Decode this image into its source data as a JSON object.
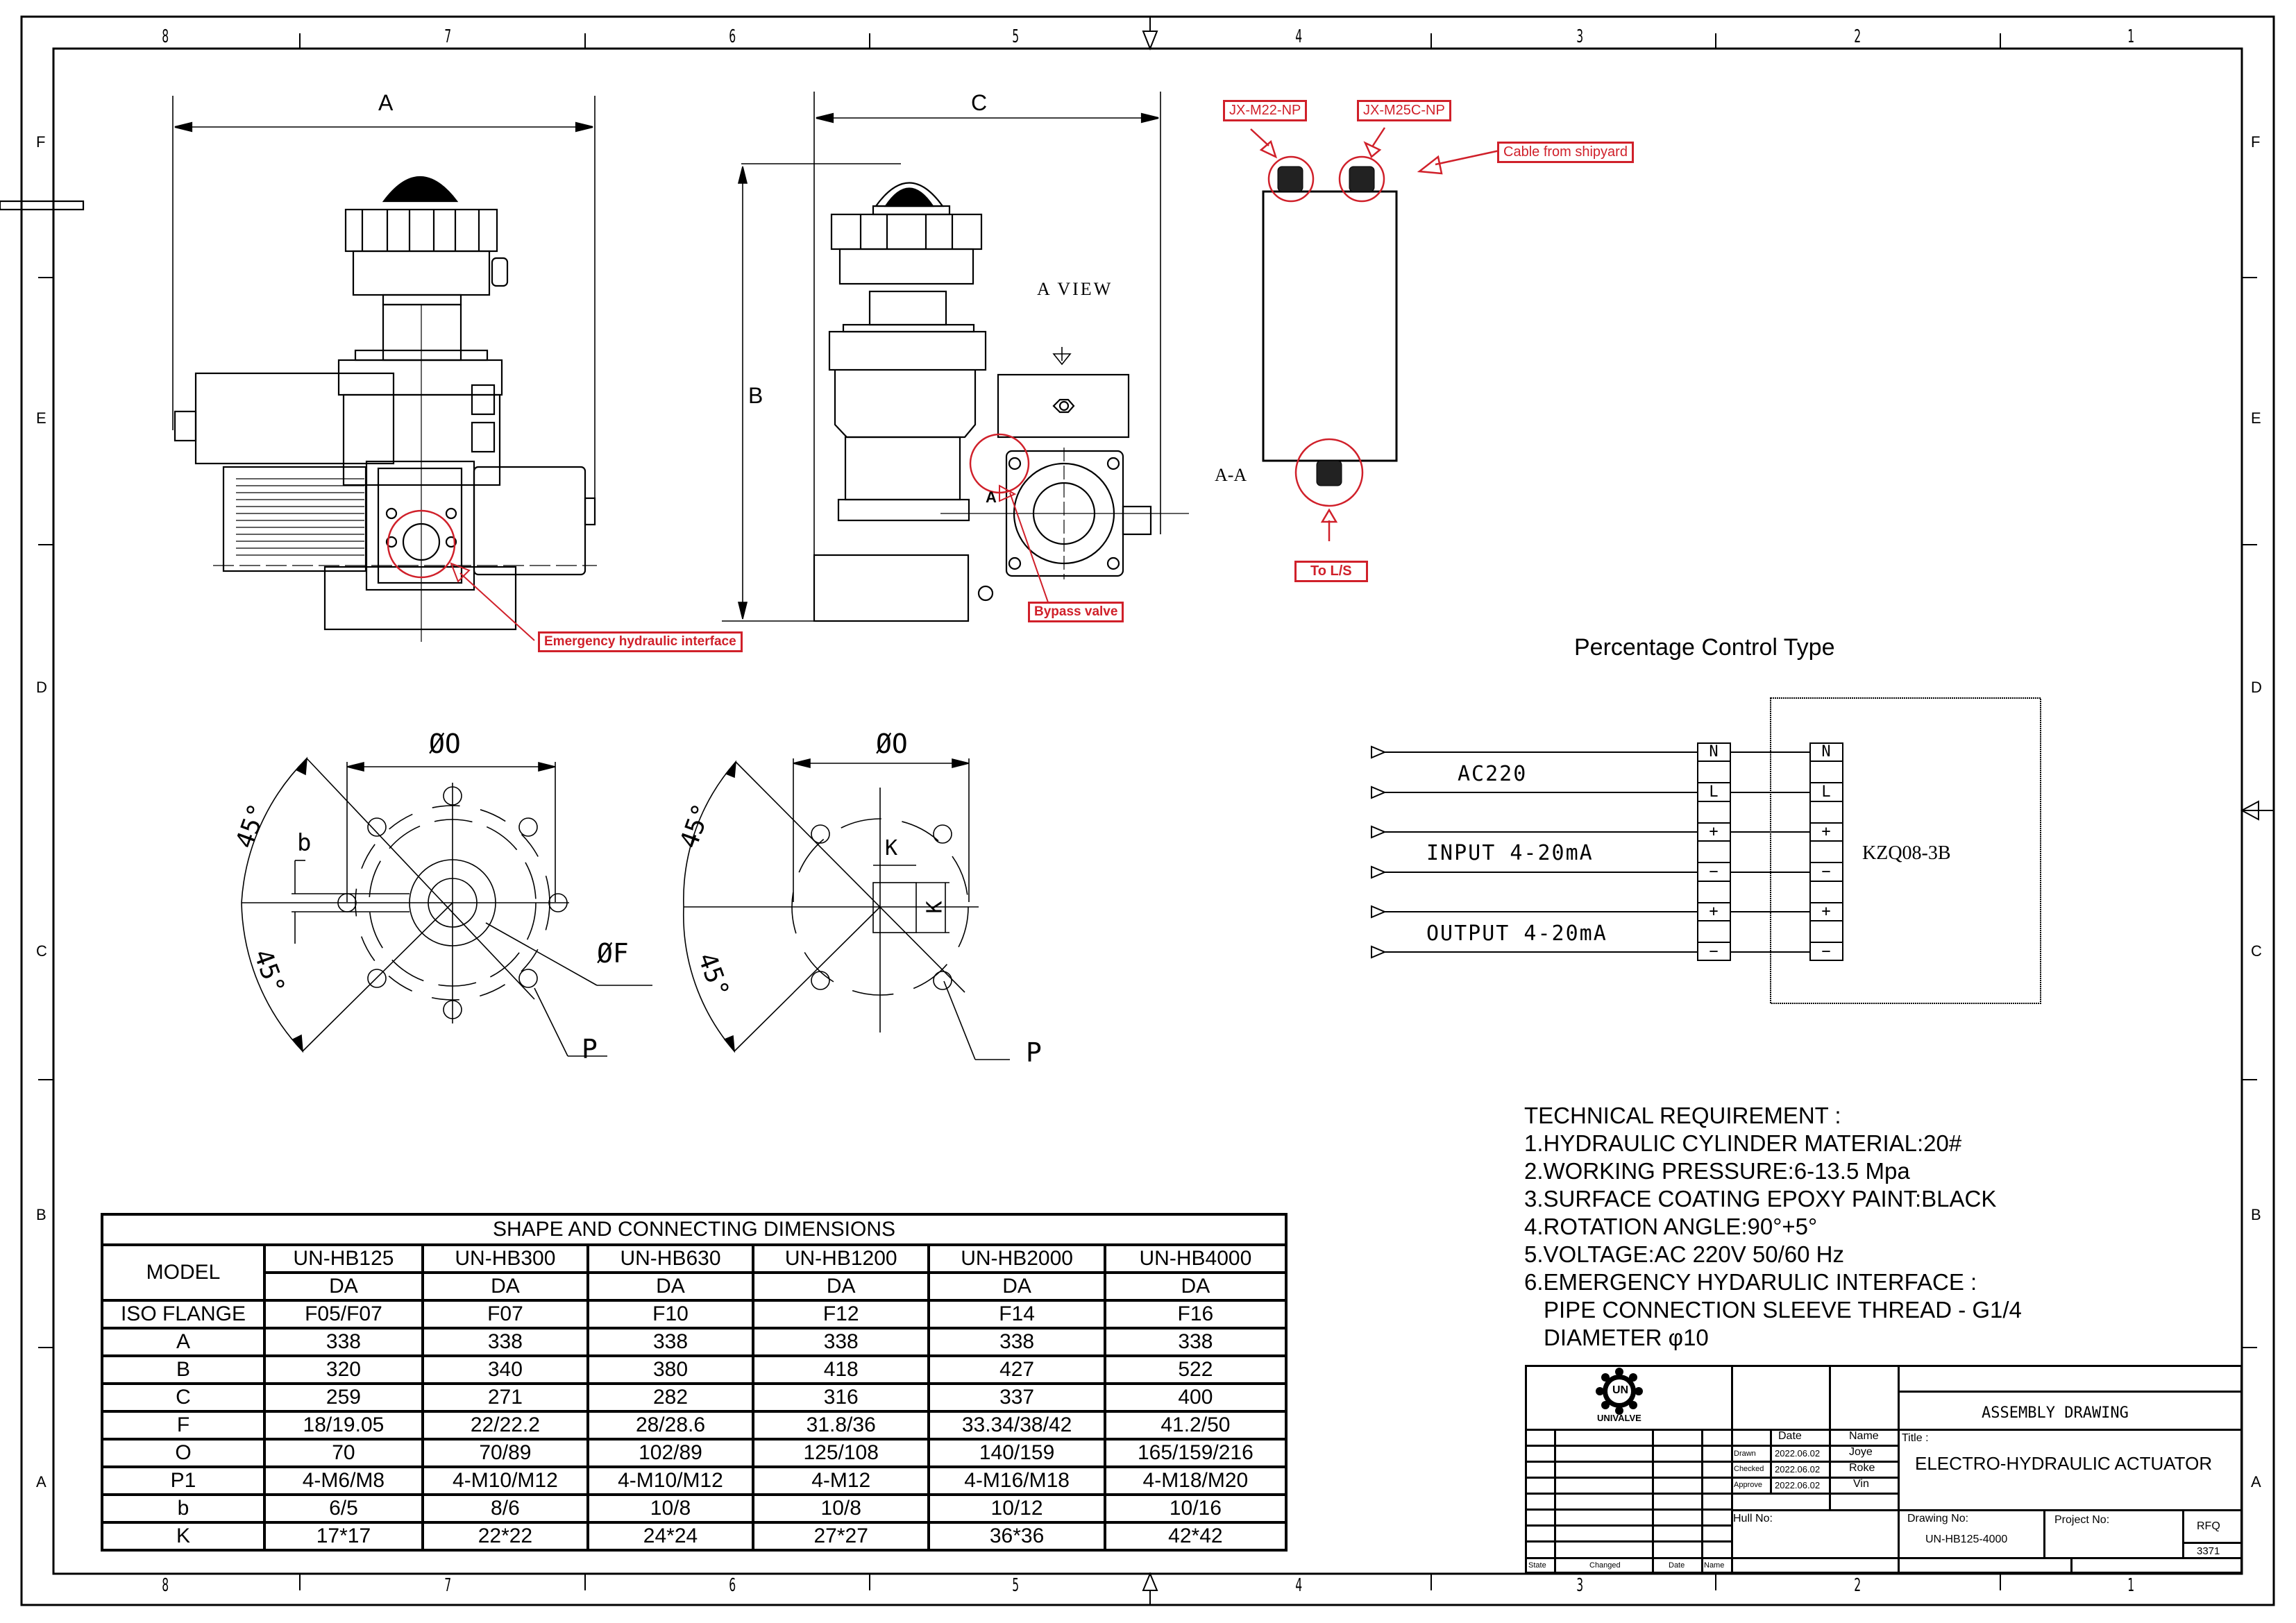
{
  "frame": {
    "columns_top": [
      "8",
      "7",
      "6",
      "5",
      "4",
      "3",
      "2",
      "1"
    ],
    "columns_bottom": [
      "8",
      "7",
      "6",
      "5",
      "4",
      "3",
      "2",
      "1"
    ],
    "rows_left": [
      "F",
      "E",
      "D",
      "C",
      "B",
      "A"
    ],
    "rows_right": [
      "F",
      "E",
      "D",
      "C",
      "B",
      "A"
    ]
  },
  "views": {
    "front": {
      "dim_width": "A",
      "dim_height": "B",
      "callout": "Emergency hydraulic interface"
    },
    "side": {
      "dim_width": "C",
      "dim_height": "B",
      "view_label": "A VIEW",
      "section_marker": "A",
      "callout": "Bypass valve"
    },
    "section": {
      "label": "A-A",
      "callouts": [
        "JX-M22-NP",
        "JX-M25C-NP",
        "Cable from shipyard",
        "To L/S"
      ]
    },
    "flange_left": {
      "dim_diameter": "ØO",
      "dim_shaft": "ØF",
      "dim_key": "b",
      "angle_top": "45°",
      "angle_bottom": "45°",
      "hole_label": "P"
    },
    "flange_right": {
      "dim_diameter": "ØO",
      "dim_square_h": "K",
      "dim_square_v": "K",
      "angle_top": "45°",
      "angle_bottom": "45°",
      "hole_label": "P"
    }
  },
  "wiring": {
    "title": "Percentage Control Type",
    "groups": [
      {
        "label": "AC220"
      },
      {
        "label": "INPUT 4-20mA"
      },
      {
        "label": "OUTPUT 4-20mA"
      }
    ],
    "terminals": [
      "N",
      "",
      "L",
      "",
      "+",
      "",
      "−",
      "",
      "+",
      "",
      "−"
    ],
    "device": "KZQ08-3B"
  },
  "dimensions_table": {
    "title": "SHAPE AND CONNECTING DIMENSIONS",
    "model_header": "MODEL",
    "models": [
      "UN-HB125",
      "UN-HB300",
      "UN-HB630",
      "UN-HB1200",
      "UN-HB2000",
      "UN-HB4000"
    ],
    "types": [
      "DA",
      "DA",
      "DA",
      "DA",
      "DA",
      "DA"
    ],
    "rows": [
      {
        "label": "ISO FLANGE",
        "values": [
          "F05/F07",
          "F07",
          "F10",
          "F12",
          "F14",
          "F16"
        ]
      },
      {
        "label": "A",
        "values": [
          "338",
          "338",
          "338",
          "338",
          "338",
          "338"
        ]
      },
      {
        "label": "B",
        "values": [
          "320",
          "340",
          "380",
          "418",
          "427",
          "522"
        ]
      },
      {
        "label": "C",
        "values": [
          "259",
          "271",
          "282",
          "316",
          "337",
          "400"
        ]
      },
      {
        "label": "F",
        "values": [
          "18/19.05",
          "22/22.2",
          "28/28.6",
          "31.8/36",
          "33.34/38/42",
          "41.2/50"
        ]
      },
      {
        "label": "O",
        "values": [
          "70",
          "70/89",
          "102/89",
          "125/108",
          "140/159",
          "165/159/216"
        ]
      },
      {
        "label": "P1",
        "values": [
          "4-M6/M8",
          "4-M10/M12",
          "4-M10/M12",
          "4-M12",
          "4-M16/M18",
          "4-M18/M20"
        ]
      },
      {
        "label": "b",
        "values": [
          "6/5",
          "8/6",
          "10/8",
          "10/8",
          "10/12",
          "10/16"
        ]
      },
      {
        "label": "K",
        "values": [
          "17*17",
          "22*22",
          "24*24",
          "27*27",
          "36*36",
          "42*42"
        ]
      }
    ]
  },
  "technical_requirement": {
    "heading": "TECHNICAL REQUIREMENT :",
    "items": [
      "1.HYDRAULIC CYLINDER MATERIAL:20#",
      "2.WORKING PRESSURE:6-13.5 Mpa",
      "3.SURFACE COATING EPOXY PAINT:BLACK",
      "4.ROTATION ANGLE:90°+5°",
      "5.VOLTAGE:AC 220V 50/60 Hz",
      "6.EMERGENCY HYDARULIC INTERFACE :",
      "PIPE CONNECTION SLEEVE THREAD - G1/4",
      "DIAMETER φ10"
    ]
  },
  "title_block": {
    "company": "UNIVALVE",
    "logo_text": "UN",
    "drawing_type": "ASSEMBLY DRAWING",
    "title_label": "Title :",
    "title": "ELECTRO-HYDRAULIC ACTUATOR",
    "sign_headers": {
      "date": "Date",
      "name": "Name"
    },
    "signatures": [
      {
        "role": "Drawn",
        "date": "2022.06.02",
        "name": "Joye"
      },
      {
        "role": "Checked",
        "date": "2022.06.02",
        "name": "Roke"
      },
      {
        "role": "Approve",
        "date": "2022.06.02",
        "name": "Vin"
      }
    ],
    "hull_label": "Hull No:",
    "drawing_no_label": "Drawing No:",
    "drawing_no": "UN-HB125-4000",
    "project_no_label": "Project No:",
    "rfq_label": "RFQ",
    "rfq_value": "3371",
    "revision_headers": [
      "State",
      "Changed",
      "Date",
      "Name"
    ]
  },
  "colors": {
    "line": "#000000",
    "callout_red": "#d0202a"
  }
}
